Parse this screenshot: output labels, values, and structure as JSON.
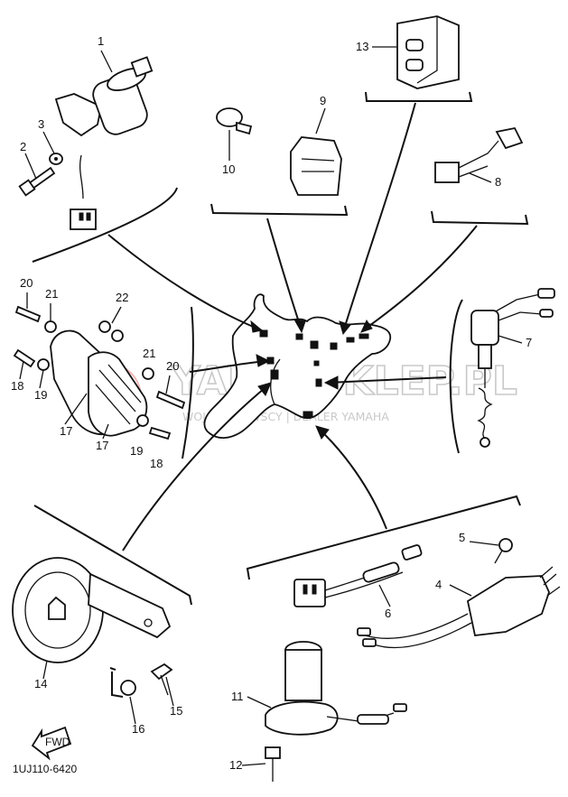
{
  "parts": [
    {
      "id": "1",
      "label": "1"
    },
    {
      "id": "2",
      "label": "2"
    },
    {
      "id": "3",
      "label": "3"
    },
    {
      "id": "4",
      "label": "4"
    },
    {
      "id": "5",
      "label": "5"
    },
    {
      "id": "6",
      "label": "6"
    },
    {
      "id": "7",
      "label": "7"
    },
    {
      "id": "8",
      "label": "8"
    },
    {
      "id": "9",
      "label": "9"
    },
    {
      "id": "10",
      "label": "10"
    },
    {
      "id": "11",
      "label": "11"
    },
    {
      "id": "12",
      "label": "12"
    },
    {
      "id": "13",
      "label": "13"
    },
    {
      "id": "14",
      "label": "14"
    },
    {
      "id": "15",
      "label": "15"
    },
    {
      "id": "16",
      "label": "16"
    },
    {
      "id": "17a",
      "label": "17"
    },
    {
      "id": "17b",
      "label": "17"
    },
    {
      "id": "18a",
      "label": "18"
    },
    {
      "id": "18b",
      "label": "18"
    },
    {
      "id": "19a",
      "label": "19"
    },
    {
      "id": "19b",
      "label": "19"
    },
    {
      "id": "20a",
      "label": "20"
    },
    {
      "id": "20b",
      "label": "20"
    },
    {
      "id": "21a",
      "label": "21"
    },
    {
      "id": "21b",
      "label": "21"
    },
    {
      "id": "22",
      "label": "22"
    }
  ],
  "diagram_code": "1UJ110-6420",
  "fwd_label": "FWD",
  "watermark": {
    "title": "YAMA-SKLEP.PL",
    "subtitle": "WOJCIECHOWSCY | DEALER YAMAHA"
  }
}
